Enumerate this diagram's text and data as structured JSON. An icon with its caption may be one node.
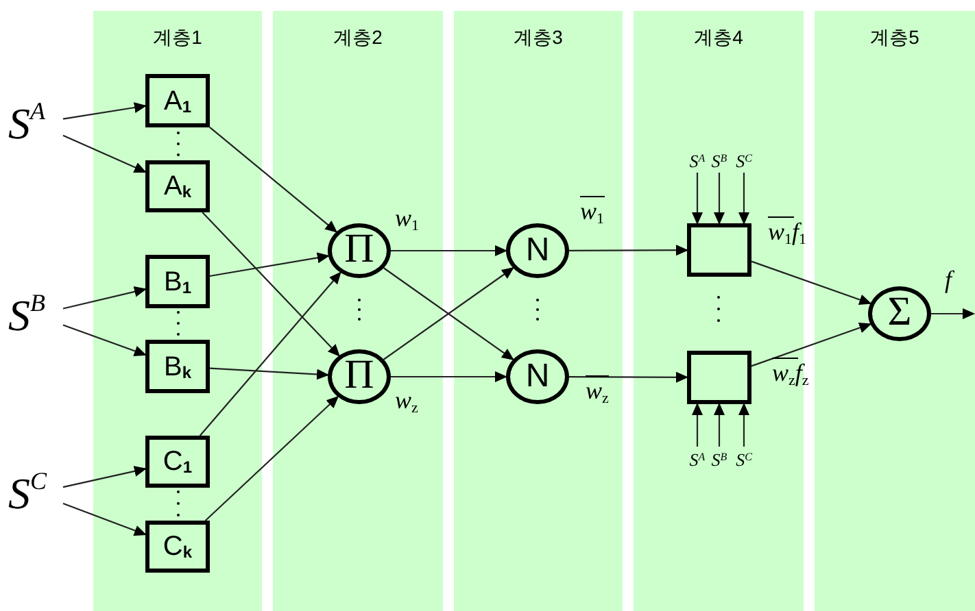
{
  "diagram": {
    "nodes": [
      {
        "text": [
          "계층1"
        ]
      },
      {
        "text": [
          "계층2"
        ]
      },
      {
        "text": [
          "계층3"
        ]
      },
      {
        "text": [
          "계층4"
        ]
      },
      {
        "text": [
          "계층5"
        ]
      },
      {
        "text": [
          "S$^{A}$"
        ]
      },
      {
        "text": [
          "S$^{B}$"
        ]
      },
      {
        "text": [
          "S$^{C}$"
        ]
      },
      {
        "text": [
          "A$_{1}$"
        ],
        "in": 0
      },
      {
        "text": [
          "A$_{k}$"
        ],
        "in": 0
      },
      {
        "text": [
          "B$_{1}$"
        ],
        "in": 0
      },
      {
        "text": [
          "B$_{k}$"
        ],
        "in": 0
      },
      {
        "text": [
          "C$_{1}$"
        ],
        "in": 0
      },
      {
        "text": [
          "C$_{k}$"
        ],
        "in": 0
      },
      {
        "text": [
          "Π"
        ],
        "in": 1,
        "beside": [
          "w$_{1}$"
        ]
      },
      {
        "text": [
          "Π"
        ],
        "in": 1,
        "beside": [
          "w$_{z}$"
        ]
      },
      {
        "text": [
          "N"
        ],
        "in": 2,
        "beside": [
          "w$_{1}$"
        ]
      },
      {
        "text": [
          "N"
        ],
        "in": 2,
        "beside": [
          "w$_{z}$"
        ]
      },
      {
        "text": [],
        "shape": "box",
        "in": 3,
        "beside": [
          "w$_{1}$f$_{1}$"
        ]
      },
      {
        "text": [],
        "shape": "box",
        "in": 3,
        "beside": [
          "w$_{z}$f$_{z}$"
        ]
      },
      {
        "text": [
          "Σ"
        ],
        "in": 4,
        "beside": [
          "f"
        ]
      },
      {
        "text": [
          "S$^{A}$"
        ],
        "in": 3
      },
      {
        "text": [
          "S$^{B}$"
        ],
        "in": 3
      },
      {
        "text": [
          "S$^{C}$"
        ],
        "in": 3
      },
      {
        "text": [
          "S$^{A}$"
        ],
        "in": 3
      },
      {
        "text": [
          "S$^{B}$"
        ],
        "in": 3
      },
      {
        "text": [
          "S$^{C}$"
        ],
        "in": 3
      }
    ],
    "edges": [
      {
        "from": 5,
        "to": 8,
        "arrow": "to"
      },
      {
        "from": 5,
        "to": 9,
        "arrow": "to"
      },
      {
        "from": 6,
        "to": 10,
        "arrow": "to"
      },
      {
        "from": 6,
        "to": 11,
        "arrow": "to"
      },
      {
        "from": 7,
        "to": 12,
        "arrow": "to"
      },
      {
        "from": 7,
        "to": 13,
        "arrow": "to"
      },
      {
        "from": 8,
        "to": 14,
        "arrow": "to"
      },
      {
        "from": 9,
        "to": 15,
        "arrow": "to"
      },
      {
        "from": 10,
        "to": 14,
        "arrow": "to"
      },
      {
        "from": 11,
        "to": 15,
        "arrow": "to"
      },
      {
        "from": 12,
        "to": 14,
        "arrow": "to"
      },
      {
        "from": 13,
        "to": 15,
        "arrow": "to"
      },
      {
        "from": 14,
        "to": 16,
        "arrow": "to"
      },
      {
        "from": 14,
        "to": 17,
        "arrow": "to"
      },
      {
        "from": 15,
        "to": 16,
        "arrow": "to"
      },
      {
        "from": 15,
        "to": 17,
        "arrow": "to"
      },
      {
        "from": 16,
        "to": 18,
        "arrow": "to"
      },
      {
        "from": 17,
        "to": 19,
        "arrow": "to"
      },
      {
        "from": 18,
        "to": 20,
        "arrow": "to"
      },
      {
        "from": 19,
        "to": 20,
        "arrow": "to"
      },
      {
        "from": 20,
        "to": null,
        "arrow": "to"
      },
      {
        "from": 21,
        "to": 18,
        "arrow": "to"
      },
      {
        "from": 22,
        "to": 18,
        "arrow": "to"
      },
      {
        "from": 23,
        "to": 18,
        "arrow": "to"
      },
      {
        "from": 24,
        "to": 19,
        "arrow": "to"
      },
      {
        "from": 25,
        "to": 19,
        "arrow": "to"
      },
      {
        "from": 26,
        "to": 19,
        "arrow": "to"
      }
    ]
  }
}
